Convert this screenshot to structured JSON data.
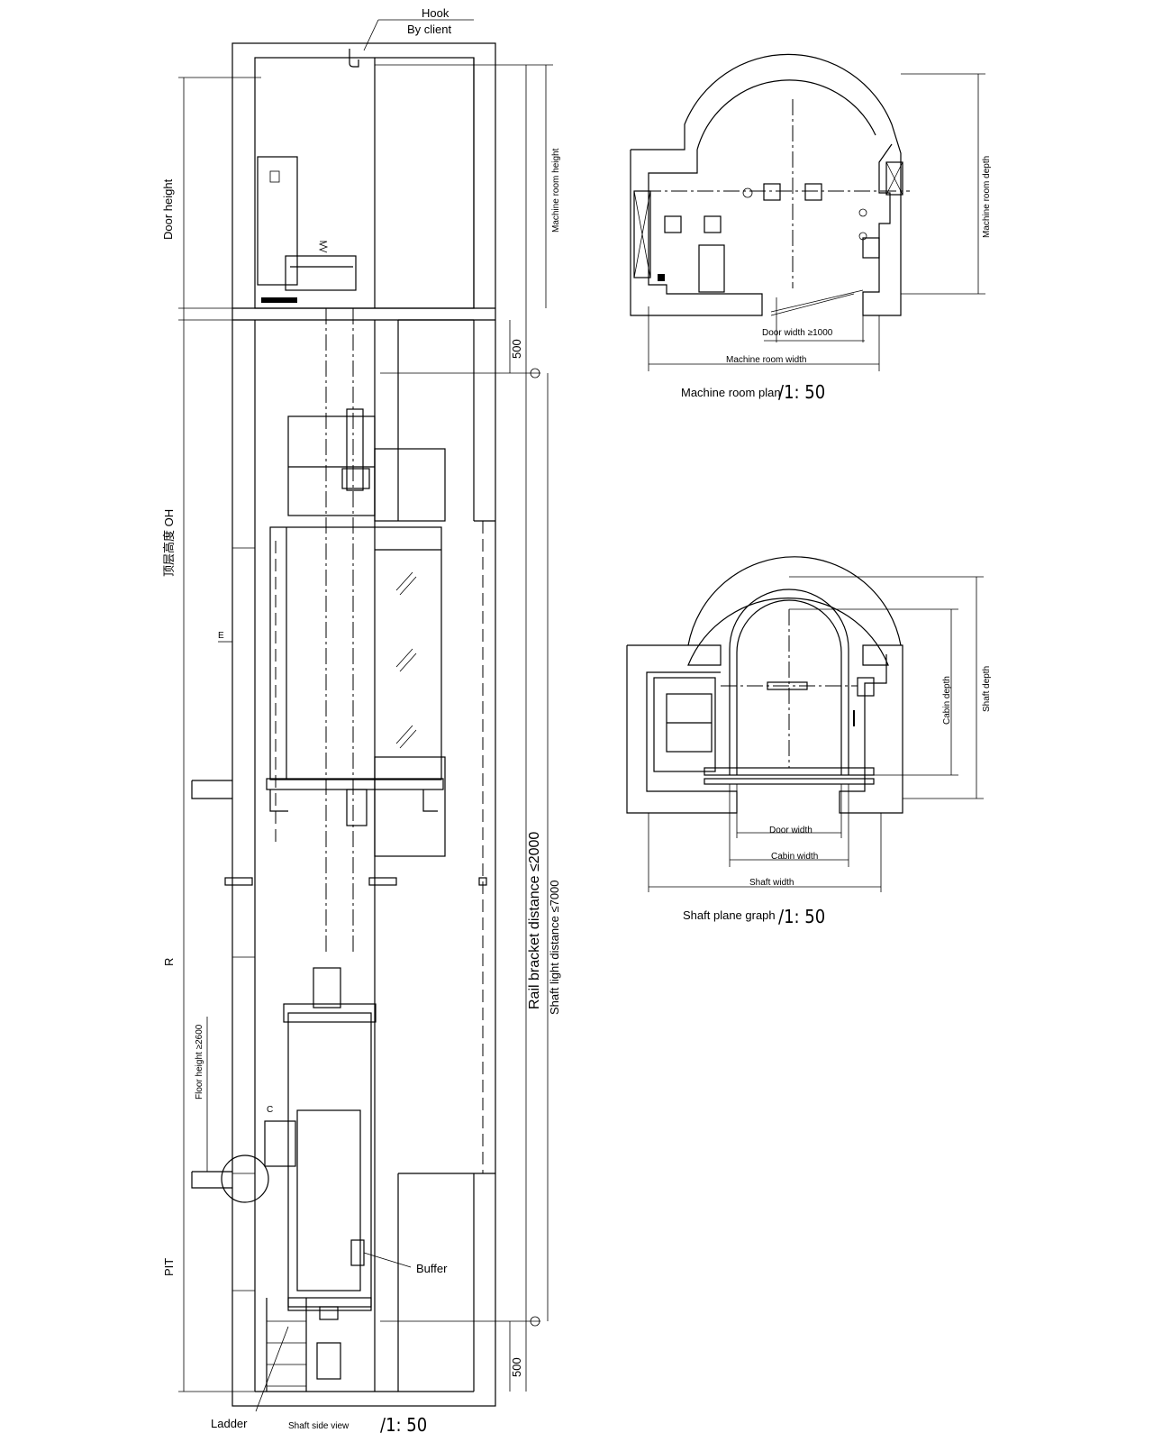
{
  "labels": {
    "hook": "Hook",
    "by_client": "By client",
    "door_height": "Door height",
    "machine_room_height": "Machine room height",
    "oh": "顶层高度 OH",
    "e": "E",
    "r": "R",
    "floor_height": "Floor height ≥2600",
    "c": "C",
    "pit": "PIT",
    "buffer": "Buffer",
    "ladder": "Ladder",
    "dim_500_top": "500",
    "dim_500_bottom": "500",
    "rail_bracket": "Rail bracket distance ≤2000",
    "shaft_light": "Shaft light distance ≤7000",
    "shaft_side_view": "Shaft side view",
    "shaft_side_scale": "/1: 50",
    "machine_room_depth": "Machine room depth",
    "door_width_mr": "Door width ≥1000",
    "machine_room_width": "Machine room width",
    "machine_room_plan": "Machine room plan",
    "machine_room_scale": "/1: 50",
    "cabin_depth": "Cabin depth",
    "shaft_depth": "Shaft depth",
    "door_width": "Door width",
    "cabin_width": "Cabin width",
    "shaft_width": "Shaft width",
    "shaft_plane_graph": "Shaft plane graph",
    "shaft_plane_scale": "/1: 50"
  }
}
